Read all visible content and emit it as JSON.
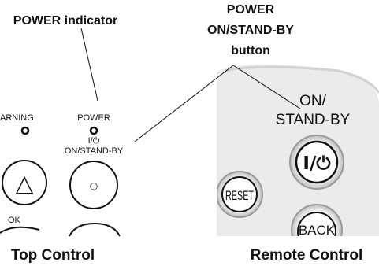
{
  "callouts": {
    "power_indicator": "POWER indicator",
    "power_button_line1": "POWER",
    "power_button_line2": "ON/STAND-BY",
    "power_button_line3": "button"
  },
  "top_control": {
    "warning_label": "ARNING",
    "power_label": "POWER",
    "onstandby_symbol": "I/⏻",
    "onstandby_label": "ON/STAND-BY",
    "ok_label": "OK",
    "up_symbol": "△",
    "center_symbol": "○",
    "caption": "Top Control"
  },
  "remote_control": {
    "onstandby_line1": "ON/",
    "onstandby_line2": "STAND-BY",
    "power_symbol": "I/⏻",
    "reset_label": "RESET",
    "back_label": "BACK",
    "caption": "Remote Control"
  },
  "colors": {
    "ink": "#111111",
    "remote_body": "#ebebeb",
    "remote_edge": "#d2d2d2",
    "button_ring": "#9a9a9a"
  }
}
